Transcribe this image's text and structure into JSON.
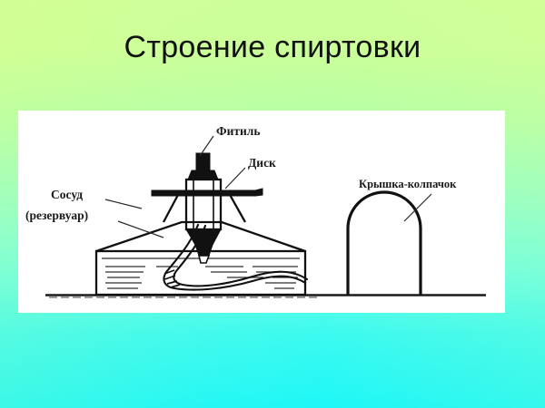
{
  "slide": {
    "title": "Строение спиртовки",
    "background": {
      "top_color": "#ccff99",
      "bottom_color": "#1ef7f7"
    }
  },
  "diagram": {
    "panel_background": "#ffffff",
    "ink_color": "#111111",
    "labels": {
      "wick": "Фитиль",
      "disk": "Диск",
      "vessel_line1": "Сосуд",
      "vessel_line2": "(резервуар)",
      "cap": "Крышка-колпачок"
    },
    "parts": [
      {
        "id": "wick",
        "name": "Фитиль"
      },
      {
        "id": "disk",
        "name": "Диск"
      },
      {
        "id": "vessel",
        "name": "Сосуд (резервуар)"
      },
      {
        "id": "cap",
        "name": "Крышка-колпачок"
      }
    ]
  }
}
